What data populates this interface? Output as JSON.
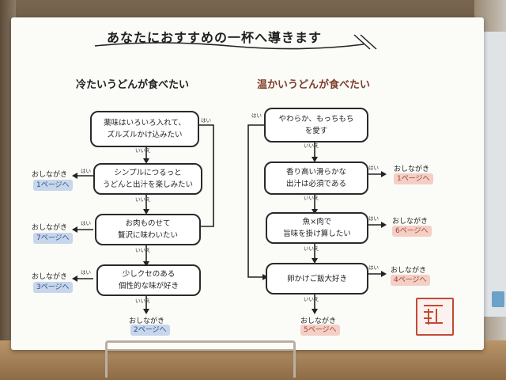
{
  "title": "あなたにおすすめの一杯へ導きます",
  "left": {
    "heading": "冷たいうどんが食べたい",
    "q1": {
      "line1": "薬味はいろいろ入れて、",
      "line2": "ズルズルかけ込みたい"
    },
    "q2": {
      "line1": "シンプルにつるっと",
      "line2": "うどんと出汁を楽しみたい"
    },
    "q3": {
      "line1": "お肉ものせて",
      "line2": "贅沢に味わいたい"
    },
    "q4": {
      "line1": "少しクセのある",
      "line2": "個性的な味が好き"
    },
    "out1": {
      "label": "おしながき",
      "page": "1ページへ"
    },
    "out2": {
      "label": "おしながき",
      "page": "7ページへ"
    },
    "out3": {
      "label": "おしながき",
      "page": "3ページへ"
    },
    "out4": {
      "label": "おしながき",
      "page": "2ページへ"
    }
  },
  "right": {
    "heading": "温かいうどんが食べたい",
    "q1": {
      "line1": "やわらか、もっちもち",
      "line2": "を愛す"
    },
    "q2": {
      "line1": "香り高い滑らかな",
      "line2": "出汁は必須である"
    },
    "q3": {
      "line1": "魚×肉で",
      "line2": "旨味を掛け算したい"
    },
    "q4": {
      "line1": "卵かけご飯大好き"
    },
    "out1": {
      "label": "おしながき",
      "page": "1ページへ"
    },
    "out2": {
      "label": "おしながき",
      "page": "6ページへ"
    },
    "out3": {
      "label": "おしながき",
      "page": "4ページへ"
    },
    "out4": {
      "label": "おしながき",
      "page": "5ページへ"
    }
  },
  "yes": "はい",
  "no": "いいえ"
}
